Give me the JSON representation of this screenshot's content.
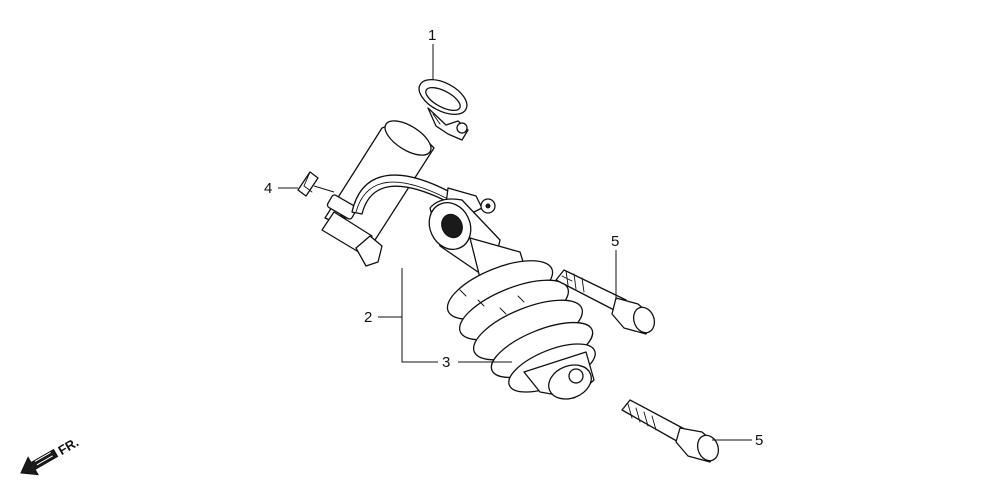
{
  "callouts": [
    {
      "id": "1",
      "part": "hose-clamp"
    },
    {
      "id": "2",
      "part": "shock-absorber-assembly"
    },
    {
      "id": "3",
      "part": "spring"
    },
    {
      "id": "4",
      "part": "clip"
    },
    {
      "id": "5",
      "part": "upper-mount-bolt"
    },
    {
      "id": "5",
      "part": "lower-mount-bolt"
    }
  ],
  "direction_indicator": {
    "label": "FR."
  }
}
